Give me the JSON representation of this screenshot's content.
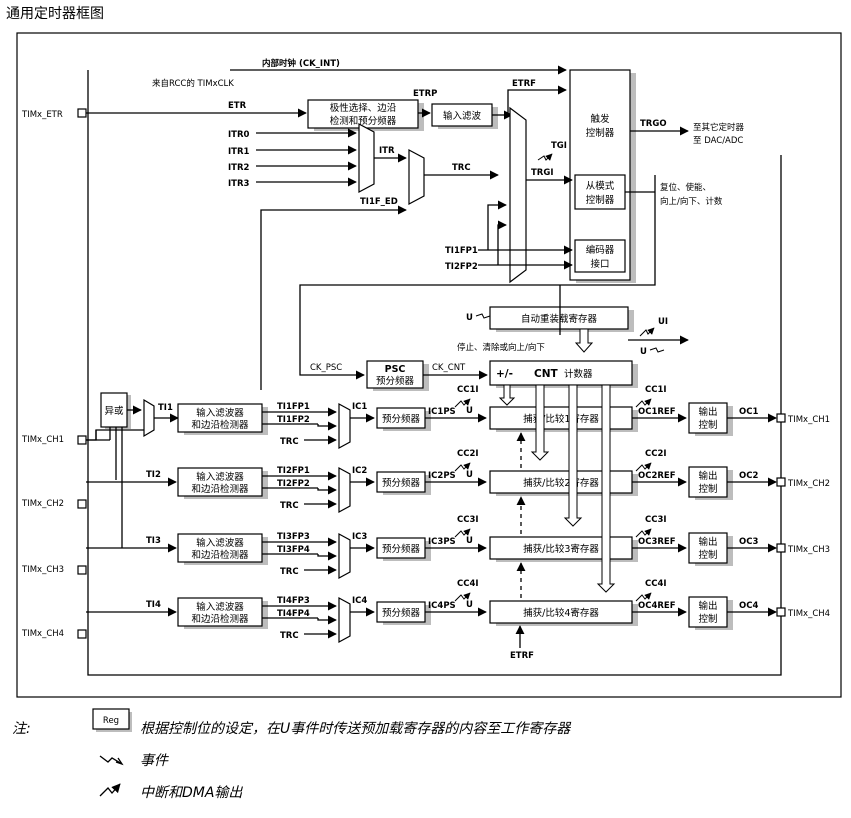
{
  "title": "通用定时器框图",
  "labels": {
    "int_clock": "内部时钟 (CK_INT)",
    "rcc_clk": "来自RCC的 TIMxCLK",
    "timx_etr": "TIMx_ETR",
    "etr": "ETR",
    "etrp": "ETRP",
    "etrf": "ETRF",
    "polarity_box_1": "极性选择、边沿",
    "polarity_box_2": "检测和预分频器",
    "input_filter": "输入滤波",
    "trigger_ctrl_1": "触发",
    "trigger_ctrl_2": "控制器",
    "trgo": "TRGO",
    "to_other_1": "至其它定时器",
    "to_other_2": "至 DAC/ADC",
    "itr0": "ITR0",
    "itr1": "ITR1",
    "itr2": "ITR2",
    "itr3": "ITR3",
    "itr": "ITR",
    "trc": "TRC",
    "tgi": "TGI",
    "trgi": "TRGI",
    "ti1f_ed": "TI1F_ED",
    "slave_1": "从模式",
    "slave_2": "控制器",
    "reset_1": "复位、使能、",
    "reset_2": "向上/向下、计数",
    "ti1fp1": "TI1FP1",
    "ti2fp2": "TI2FP2",
    "encoder_1": "编码器",
    "encoder_2": "接口",
    "u": "U",
    "ui": "UI",
    "auto_reload": "自动重装载寄存器",
    "stop_clear": "停止、清除或向上/向下",
    "ck_psc": "CK_PSC",
    "psc_1": "PSC",
    "psc_2": "预分频器",
    "ck_cnt": "CK_CNT",
    "plus_minus": "+/-",
    "cnt_1": "CNT",
    "cnt_2": "计数器",
    "xor": "异或",
    "etrf_bottom": "ETRF"
  },
  "channels": [
    {
      "pin": "TIMx_CH1",
      "ti": "TI1",
      "filter_1": "输入滤波器",
      "filter_2": "和边沿检测器",
      "fp_a": "TI1FP1",
      "fp_b": "TI1FP2",
      "trc": "TRC",
      "ic": "IC1",
      "prescaler": "预分频器",
      "icps": "IC1PS",
      "cci": "CC1I",
      "capture": "捕获/比较1寄存器",
      "ocref": "OC1REF",
      "out_1": "输出",
      "out_2": "控制",
      "oc": "OC1",
      "pin_out": "TIMx_CH1",
      "u": "U"
    },
    {
      "pin": "TIMx_CH2",
      "ti": "TI2",
      "filter_1": "输入滤波器",
      "filter_2": "和边沿检测器",
      "fp_a": "TI2FP1",
      "fp_b": "TI2FP2",
      "trc": "TRC",
      "ic": "IC2",
      "prescaler": "预分频器",
      "icps": "IC2PS",
      "cci": "CC2I",
      "capture": "捕获/比较2寄存器",
      "ocref": "OC2REF",
      "out_1": "输出",
      "out_2": "控制",
      "oc": "OC2",
      "pin_out": "TIMx_CH2",
      "u": "U"
    },
    {
      "pin": "TIMx_CH3",
      "ti": "TI3",
      "filter_1": "输入滤波器",
      "filter_2": "和边沿检测器",
      "fp_a": "TI3FP3",
      "fp_b": "TI3FP4",
      "trc": "TRC",
      "ic": "IC3",
      "prescaler": "预分频器",
      "icps": "IC3PS",
      "cci": "CC3I",
      "capture": "捕获/比较3寄存器",
      "ocref": "OC3REF",
      "out_1": "输出",
      "out_2": "控制",
      "oc": "OC3",
      "pin_out": "TIMx_CH3",
      "u": "U"
    },
    {
      "pin": "TIMx_CH4",
      "ti": "TI4",
      "filter_1": "输入滤波器",
      "filter_2": "和边沿检测器",
      "fp_a": "TI4FP3",
      "fp_b": "TI4FP4",
      "trc": "TRC",
      "ic": "IC4",
      "prescaler": "预分频器",
      "icps": "IC4PS",
      "cci": "CC4I",
      "capture": "捕获/比较4寄存器",
      "ocref": "OC4REF",
      "out_1": "输出",
      "out_2": "控制",
      "oc": "OC4",
      "pin_out": "TIMx_CH4",
      "u": "U"
    }
  ],
  "notes": {
    "prefix": "注:",
    "reg_badge": "Reg",
    "reg_text": "根据控制位的设定，在U事件时传送预加载寄存器的内容至工作寄存器",
    "event_text": "事件",
    "irq_text": "中断和DMA输出"
  }
}
